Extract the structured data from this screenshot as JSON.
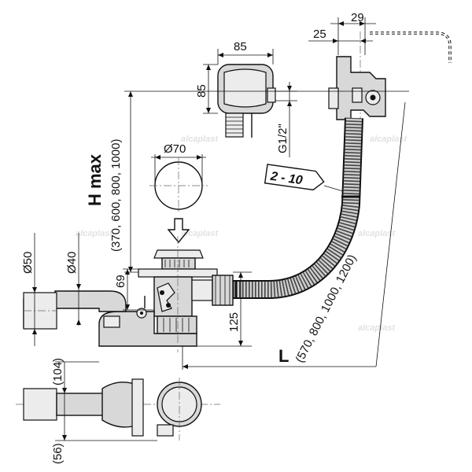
{
  "dimensions": {
    "d29": "29",
    "d25": "25",
    "d85_width": "85",
    "d85_height": "85",
    "thread": "G1/2\"",
    "d70": "Ø70",
    "range_2_10": "2 - 10",
    "h_max": "H max",
    "h_values": "(370, 600, 800, 1000)",
    "d50": "Ø50",
    "d40": "Ø40",
    "d69": "69",
    "d125": "125",
    "l_label": "L",
    "l_values": "(570, 800, 1000, 1200)",
    "d104": "(104)",
    "d56": "(56)"
  },
  "watermark": "alcaplast",
  "colors": {
    "line": "#111111",
    "part_fill": "#d8d8d8",
    "part_fill_light": "#ececec",
    "watermark": "#e2e2e2"
  }
}
